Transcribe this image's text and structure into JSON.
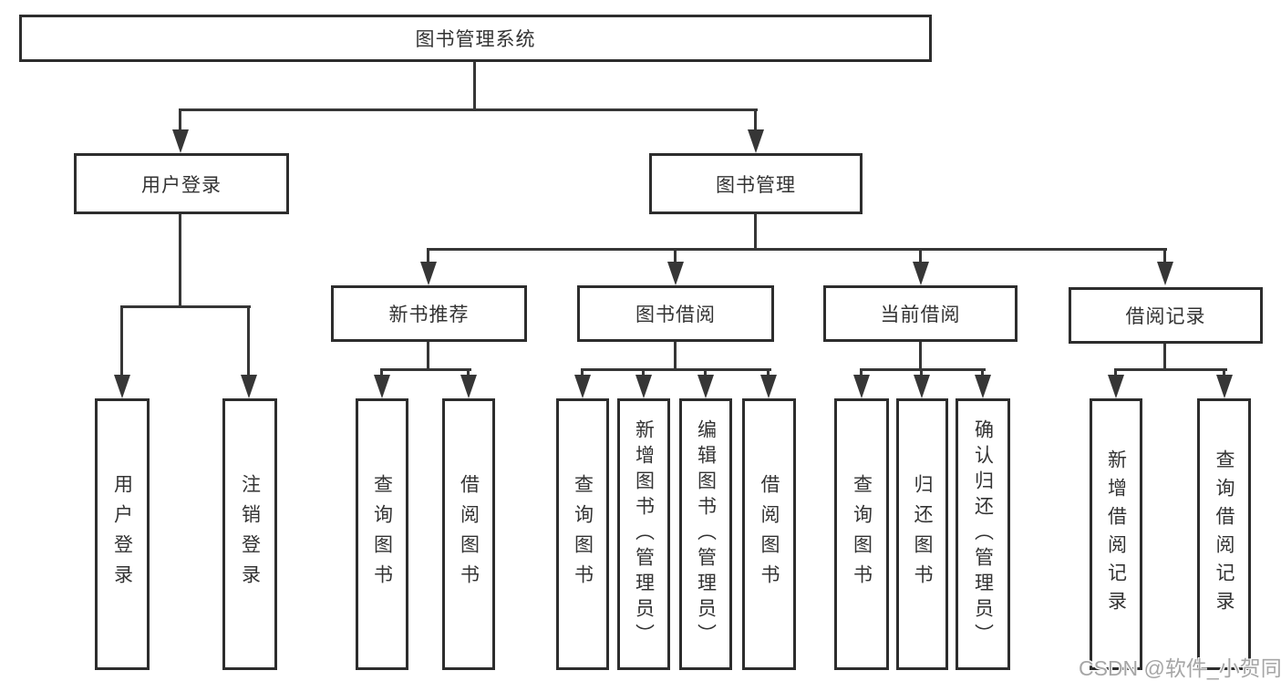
{
  "diagram_title": "图书管理系统",
  "levels": {
    "root": {
      "label": "图书管理系统"
    },
    "branches": [
      {
        "label": "用户登录"
      },
      {
        "label": "图书管理"
      }
    ],
    "modules": [
      {
        "label": "新书推荐"
      },
      {
        "label": "图书借阅"
      },
      {
        "label": "当前借阅"
      },
      {
        "label": "借阅记录"
      }
    ],
    "leaves": [
      {
        "label": "用户登录",
        "parent": "用户登录"
      },
      {
        "label": "注销登录",
        "parent": "用户登录"
      },
      {
        "label": "查询图书",
        "parent": "新书推荐"
      },
      {
        "label": "借阅图书",
        "parent": "新书推荐"
      },
      {
        "label": "查询图书",
        "parent": "图书借阅"
      },
      {
        "label": "新增图书（管理员）",
        "parent": "图书借阅"
      },
      {
        "label": "编辑图书（管理员）",
        "parent": "图书借阅"
      },
      {
        "label": "借阅图书",
        "parent": "图书借阅"
      },
      {
        "label": "查询图书",
        "parent": "当前借阅"
      },
      {
        "label": "归还图书",
        "parent": "当前借阅"
      },
      {
        "label": "确认归还（管理员）",
        "parent": "当前借阅"
      },
      {
        "label": "新增借阅记录",
        "parent": "借阅记录"
      },
      {
        "label": "查询借阅记录",
        "parent": "借阅记录"
      }
    ]
  },
  "watermark": {
    "text": "CSDN @软件_小贺同学"
  },
  "colors": {
    "background": "#ffffff",
    "box_border": "#2d2d2d",
    "connector_line": "#363636",
    "text": "#333333",
    "watermark_text": "#a6a6a6"
  }
}
